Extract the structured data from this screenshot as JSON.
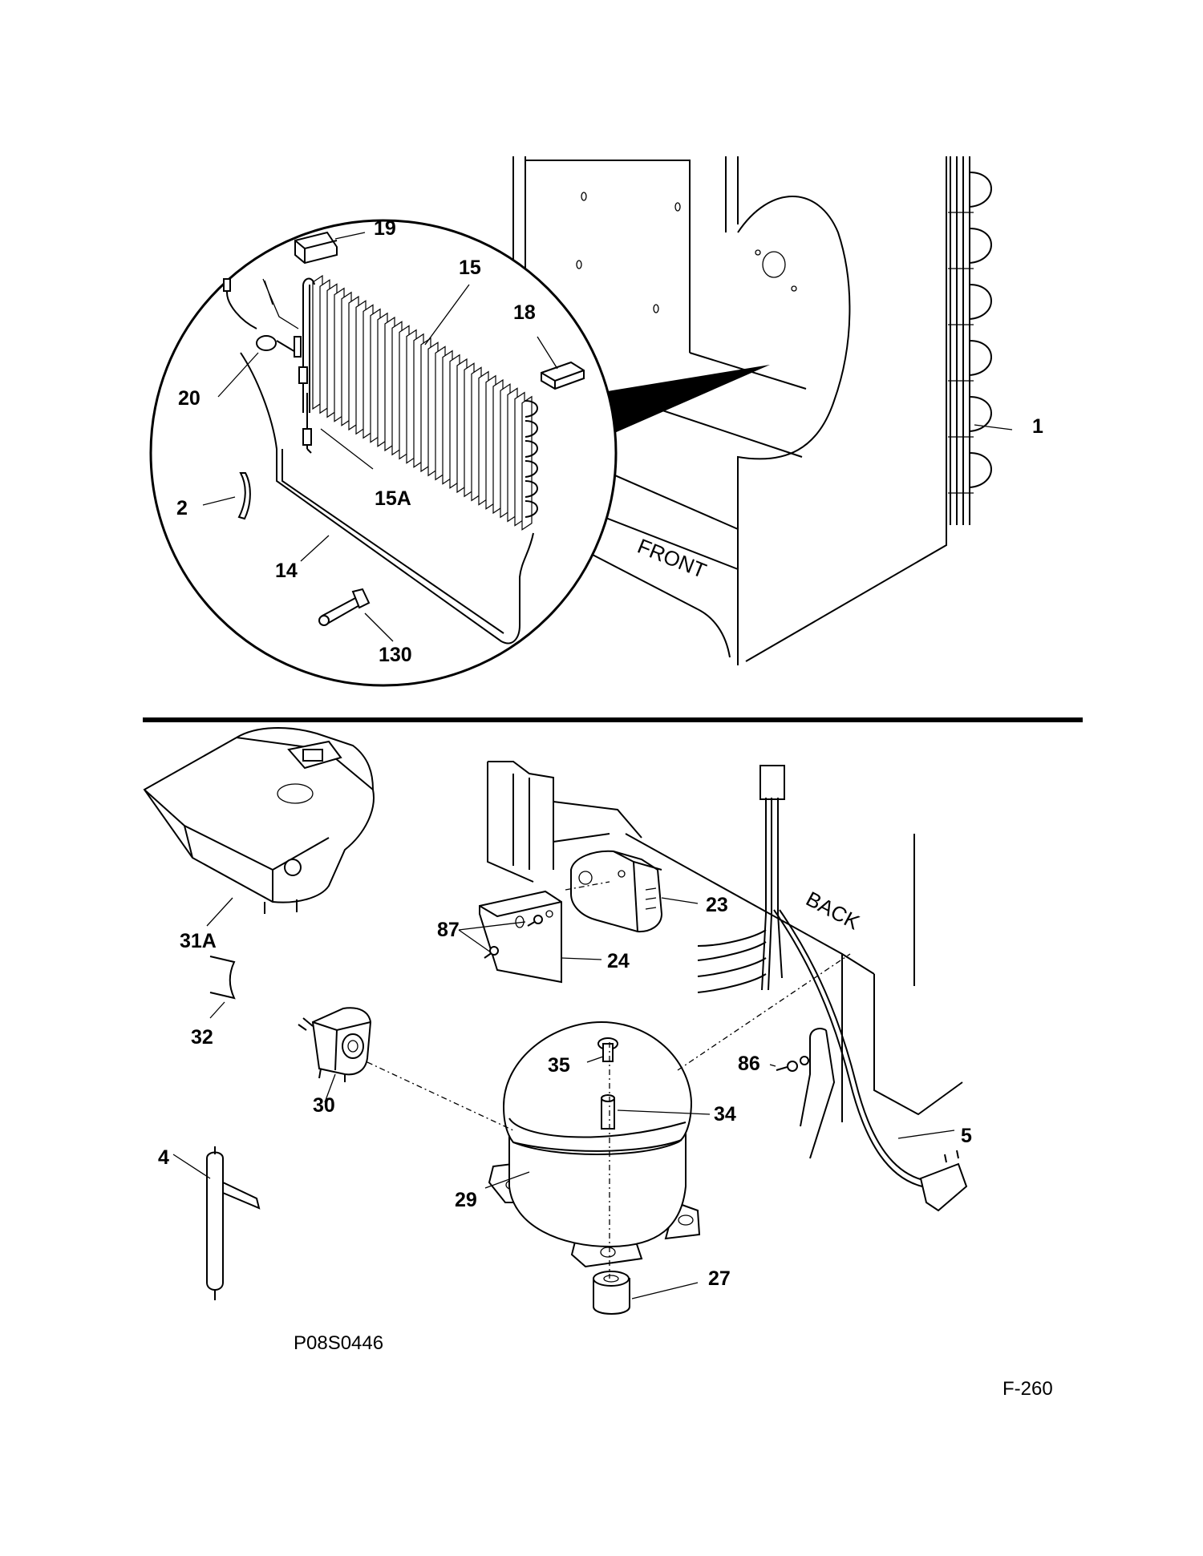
{
  "document": {
    "drawing_id": "P08S0446",
    "page_code": "F-260"
  },
  "orientation_labels": {
    "front": "FRONT",
    "back": "BACK"
  },
  "callouts": {
    "c1": "1",
    "c2": "2",
    "c4": "4",
    "c5": "5",
    "c14": "14",
    "c15": "15",
    "c15a": "15A",
    "c18": "18",
    "c19": "19",
    "c20": "20",
    "c23": "23",
    "c24": "24",
    "c27": "27",
    "c29": "29",
    "c30": "30",
    "c31a": "31A",
    "c32": "32",
    "c34": "34",
    "c35": "35",
    "c86": "86",
    "c87": "87",
    "c130": "130"
  },
  "colors": {
    "ink": "#000000",
    "paper": "#ffffff"
  }
}
